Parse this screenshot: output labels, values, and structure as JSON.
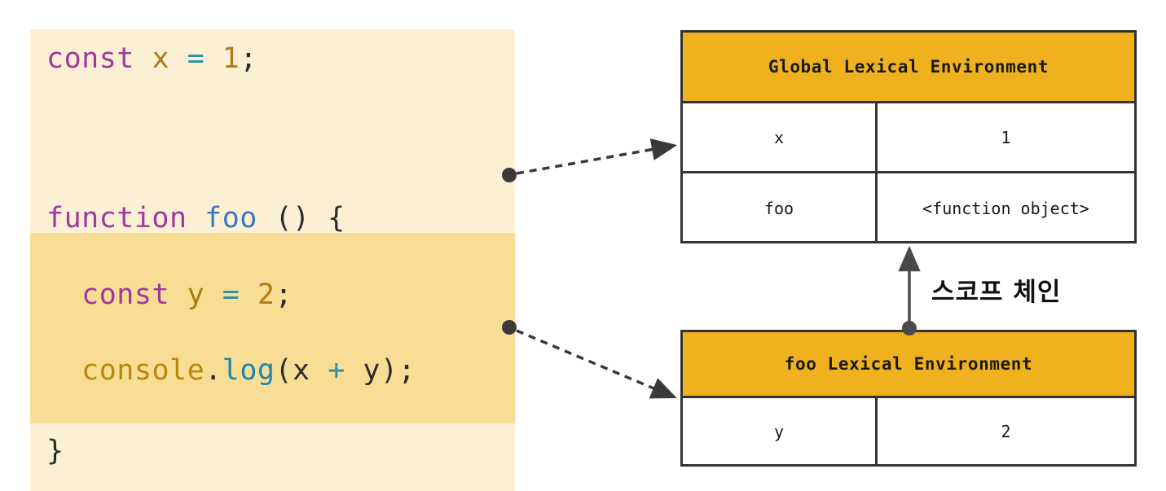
{
  "diagram": {
    "title": "JavaScript Lexical Environment / Scope Chain Diagram",
    "colors": {
      "header_orange": "#EFB21E",
      "code_background": "#FCF0D4",
      "code_highlight": "#F8DE95",
      "border": "#333333",
      "keyword_purple": "#A0389E",
      "operator_teal": "#2B8CA8",
      "identifier_gold": "#A97B12",
      "function_blue": "#3B78C2"
    }
  },
  "code": {
    "lines": [
      {
        "id": "line-const-x",
        "text": "const x = 1;",
        "tokens": [
          {
            "t": "const",
            "c": "tok-kw"
          },
          {
            "t": " ",
            "c": "tok-plain"
          },
          {
            "t": "x",
            "c": "tok-ident"
          },
          {
            "t": " ",
            "c": "tok-plain"
          },
          {
            "t": "=",
            "c": "tok-op"
          },
          {
            "t": " ",
            "c": "tok-plain"
          },
          {
            "t": "1",
            "c": "tok-num"
          },
          {
            "t": ";",
            "c": "tok-punct"
          }
        ]
      },
      {
        "id": "line-function-foo",
        "text": "function foo () {",
        "tokens": [
          {
            "t": "function",
            "c": "tok-kw"
          },
          {
            "t": " ",
            "c": "tok-plain"
          },
          {
            "t": "foo",
            "c": "tok-fn"
          },
          {
            "t": " () {",
            "c": "tok-punct"
          }
        ]
      },
      {
        "id": "line-const-y",
        "text": "  const y = 2;",
        "tokens": [
          {
            "t": "  ",
            "c": "tok-plain"
          },
          {
            "t": "const",
            "c": "tok-kw"
          },
          {
            "t": " ",
            "c": "tok-plain"
          },
          {
            "t": "y",
            "c": "tok-ident"
          },
          {
            "t": " ",
            "c": "tok-plain"
          },
          {
            "t": "=",
            "c": "tok-op"
          },
          {
            "t": " ",
            "c": "tok-plain"
          },
          {
            "t": "2",
            "c": "tok-num"
          },
          {
            "t": ";",
            "c": "tok-punct"
          }
        ]
      },
      {
        "id": "line-console-log",
        "text": "  console.log(x + y);",
        "tokens": [
          {
            "t": "  ",
            "c": "tok-plain"
          },
          {
            "t": "console",
            "c": "tok-obj"
          },
          {
            "t": ".",
            "c": "tok-punct"
          },
          {
            "t": "log",
            "c": "tok-method"
          },
          {
            "t": "(",
            "c": "tok-punct"
          },
          {
            "t": "x",
            "c": "tok-plain"
          },
          {
            "t": " ",
            "c": "tok-plain"
          },
          {
            "t": "+",
            "c": "tok-op"
          },
          {
            "t": " ",
            "c": "tok-plain"
          },
          {
            "t": "y",
            "c": "tok-plain"
          },
          {
            "t": ");",
            "c": "tok-punct"
          }
        ]
      },
      {
        "id": "line-close-brace",
        "text": "}",
        "tokens": [
          {
            "t": "}",
            "c": "tok-punct"
          }
        ]
      }
    ]
  },
  "global_env": {
    "title": "Global Lexical Environment",
    "rows": [
      {
        "key": "x",
        "value": "1"
      },
      {
        "key": "foo",
        "value": "<function object>"
      }
    ]
  },
  "foo_env": {
    "title": "foo Lexical Environment",
    "rows": [
      {
        "key": "y",
        "value": "2"
      }
    ]
  },
  "annotations": {
    "scope_chain_label": "스코프 체인"
  }
}
